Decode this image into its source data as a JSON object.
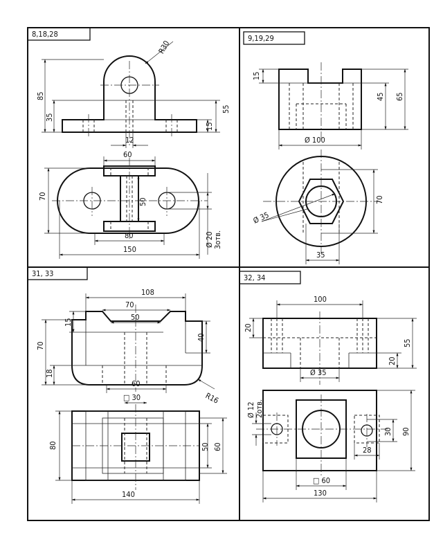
{
  "panels": [
    {
      "tag": "8,18,28",
      "dims": {
        "r30": "R30",
        "h85": "85",
        "h35": "35",
        "h55": "55",
        "h15": "15",
        "w12": "12",
        "w60": "60",
        "h70": "70",
        "h50": "50",
        "w80": "80",
        "w150": "150",
        "d20": "Ø 20",
        "d20_note": "3отв."
      }
    },
    {
      "tag": "9,19,29",
      "dims": {
        "h15": "15",
        "h45": "45",
        "h65": "65",
        "d100": "Ø 100",
        "d35": "Ø 35",
        "h70": "70",
        "w35": "35"
      }
    },
    {
      "tag": "31, 33",
      "dims": {
        "w108": "108",
        "w70": "70",
        "w50": "50",
        "h15": "15",
        "h70": "70",
        "h40": "40",
        "h18": "18",
        "w60": "60",
        "r16": "R16",
        "sq30": "□ 30",
        "h80": "80",
        "h50": "50",
        "h60": "60",
        "w140": "140"
      }
    },
    {
      "tag": "32, 34",
      "dims": {
        "w100": "100",
        "h20a": "20",
        "h55": "55",
        "h20b": "20",
        "d35": "Ø 35",
        "d12": "Ø 12",
        "d12_note": "2отв.",
        "h30": "30",
        "h90": "90",
        "w28": "28",
        "sq60": "□ 60",
        "w130": "130"
      }
    }
  ]
}
